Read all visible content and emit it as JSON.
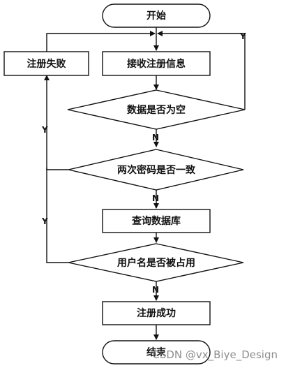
{
  "nodes": {
    "start": "开始",
    "receive": "接收注册信息",
    "fail": "注册失败",
    "check_empty": "数据是否为空",
    "check_match": "两次密码是否一致",
    "query_db": "查询数据库",
    "check_taken": "用户名是否被占用",
    "success": "注册成功",
    "end": "结束"
  },
  "edge_labels": {
    "empty_yes": "Y",
    "empty_no": "N",
    "match_yes": "Y",
    "match_no": "N",
    "taken_yes": "Y",
    "taken_no": "N"
  },
  "watermark": "CSDN @vx_Biye_Design",
  "colors": {
    "stroke": "#111111",
    "text": "#111111",
    "watermark": "#7a7a7a"
  }
}
